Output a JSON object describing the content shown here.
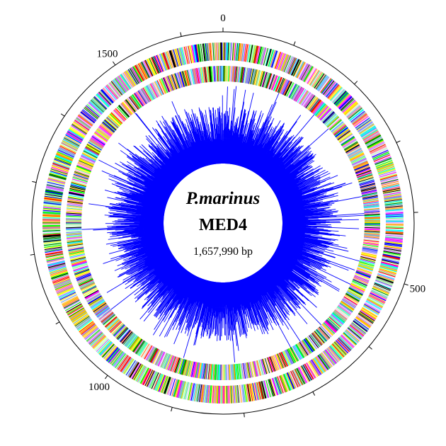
{
  "genome": {
    "organism": "P.marinus",
    "strain": "MED4",
    "size_label": "1,657,990 bp"
  },
  "scale": {
    "max_kb": 1658,
    "ticks": [
      0,
      100,
      200,
      300,
      400,
      500,
      600,
      700,
      800,
      900,
      1000,
      1100,
      1200,
      1300,
      1400,
      1500,
      1600
    ],
    "labeled": [
      {
        "kb": 0,
        "text": "0"
      },
      {
        "kb": 500,
        "text": "500"
      },
      {
        "kb": 1000,
        "text": "1000"
      },
      {
        "kb": 1500,
        "text": "1500"
      }
    ]
  },
  "colors": {
    "outline": "#000000",
    "gc_skew": "#0000ff",
    "background": "#ffffff",
    "gene_palette": [
      "#000000",
      "#ff00ff",
      "#00ff00",
      "#ffff00",
      "#00ffff",
      "#ff0000",
      "#0000ff",
      "#ff8080",
      "#80ff80",
      "#8080ff",
      "#ffcc00",
      "#cc66ff",
      "#66cccc",
      "#999999",
      "#008000",
      "#ff9900",
      "#ccffcc",
      "#ffccff"
    ]
  }
}
